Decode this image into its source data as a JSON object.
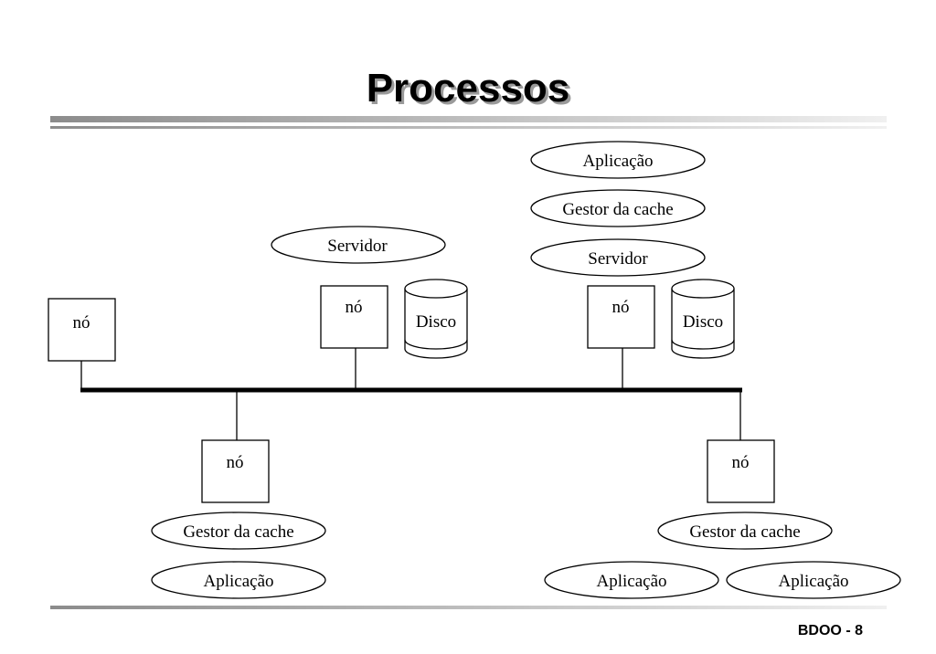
{
  "slide": {
    "title": "Processos",
    "footer": "BDOO - 8"
  },
  "diagram": {
    "nodes": [
      {
        "id": "n1",
        "label": "nó"
      },
      {
        "id": "n2",
        "label": "nó"
      },
      {
        "id": "n3",
        "label": "nó"
      },
      {
        "id": "n4",
        "label": "nó"
      },
      {
        "id": "n5",
        "label": "nó"
      }
    ],
    "disks": [
      {
        "id": "d2",
        "label": "Disco",
        "node": "n2"
      },
      {
        "id": "d3",
        "label": "Disco",
        "node": "n3"
      }
    ],
    "processes": {
      "n2": [
        "Servidor"
      ],
      "n3": [
        "Aplicação",
        "Gestor da cache",
        "Servidor"
      ],
      "n4": [
        "Gestor da cache",
        "Aplicação"
      ],
      "n5": [
        "Gestor da cache",
        "Aplicação",
        "Aplicação"
      ]
    },
    "edges": [
      {
        "from": "n1",
        "to": "bus"
      },
      {
        "from": "n2",
        "to": "bus"
      },
      {
        "from": "n3",
        "to": "bus"
      },
      {
        "from": "n4",
        "to": "bus"
      },
      {
        "from": "n5",
        "to": "bus"
      }
    ]
  }
}
